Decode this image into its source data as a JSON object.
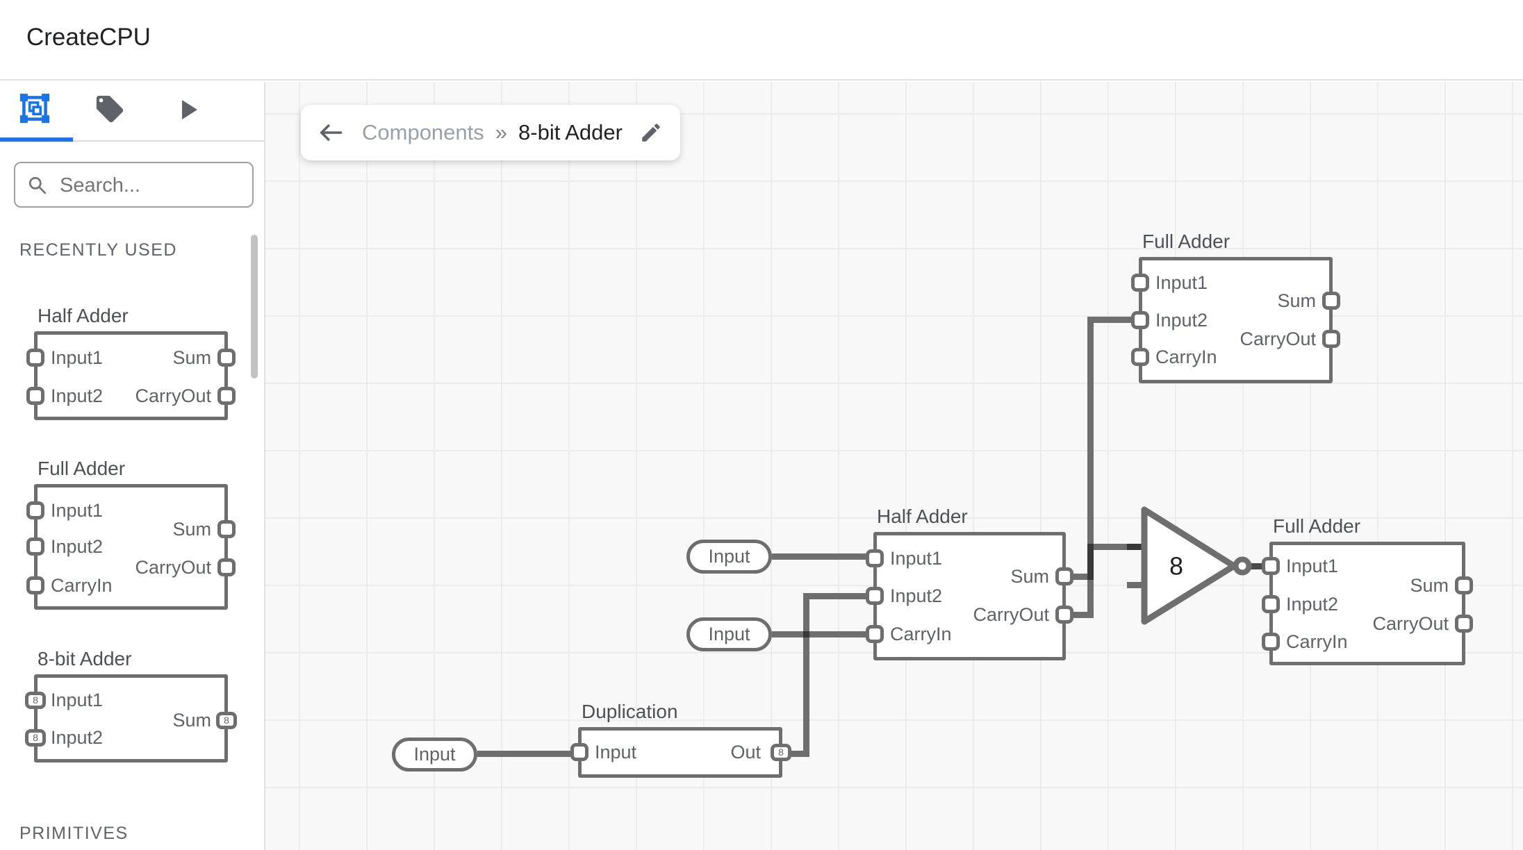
{
  "header": {
    "title": "CreateCPU"
  },
  "sidebar": {
    "tabs": [
      {
        "icon": "components-frame",
        "selected": true
      },
      {
        "icon": "tag",
        "selected": false
      },
      {
        "icon": "play",
        "selected": false
      }
    ],
    "search": {
      "placeholder": "Search..."
    },
    "sections": {
      "recent": "RECENTLY USED",
      "primitives": "PRIMITIVES"
    },
    "items": [
      {
        "title": "Half Adder",
        "ports": {
          "in1": "Input1",
          "in2": "Input2",
          "out1": "Sum",
          "out2": "CarryOut"
        }
      },
      {
        "title": "Full Adder",
        "ports": {
          "in1": "Input1",
          "in2": "Input2",
          "in3": "CarryIn",
          "out1": "Sum",
          "out2": "CarryOut"
        }
      },
      {
        "title": "8-bit Adder",
        "bus": "8",
        "ports": {
          "in1": "Input1",
          "in2": "Input2",
          "out1": "Sum"
        }
      }
    ]
  },
  "breadcrumb": {
    "parent": "Components",
    "separator": "»",
    "current": "8-bit Adder"
  },
  "canvas": {
    "inputs": [
      {
        "label": "Input"
      },
      {
        "label": "Input"
      },
      {
        "label": "Input"
      }
    ],
    "nodes": {
      "fa_top": {
        "title": "Full Adder",
        "ports": {
          "in1": "Input1",
          "in2": "Input2",
          "in3": "CarryIn",
          "out1": "Sum",
          "out2": "CarryOut"
        }
      },
      "ha": {
        "title": "Half Adder",
        "ports": {
          "in1": "Input1",
          "in2": "Input2",
          "in3": "CarryIn",
          "out1": "Sum",
          "out2": "CarryOut"
        }
      },
      "fa_right": {
        "title": "Full Adder",
        "ports": {
          "in1": "Input1",
          "in2": "Input2",
          "in3": "CarryIn",
          "out1": "Sum",
          "out2": "CarryOut"
        }
      },
      "dup": {
        "title": "Duplication",
        "bus": "8",
        "ports": {
          "in1": "Input",
          "out1": "Out"
        }
      },
      "gate": {
        "label": "8"
      }
    }
  },
  "colors": {
    "accent": "#1a73e8",
    "wire": "#6e6e6e",
    "wire_overlap": "#383838",
    "component_border": "#6e6e6e",
    "label_text": "#5f6368",
    "title_text": "#202124"
  }
}
